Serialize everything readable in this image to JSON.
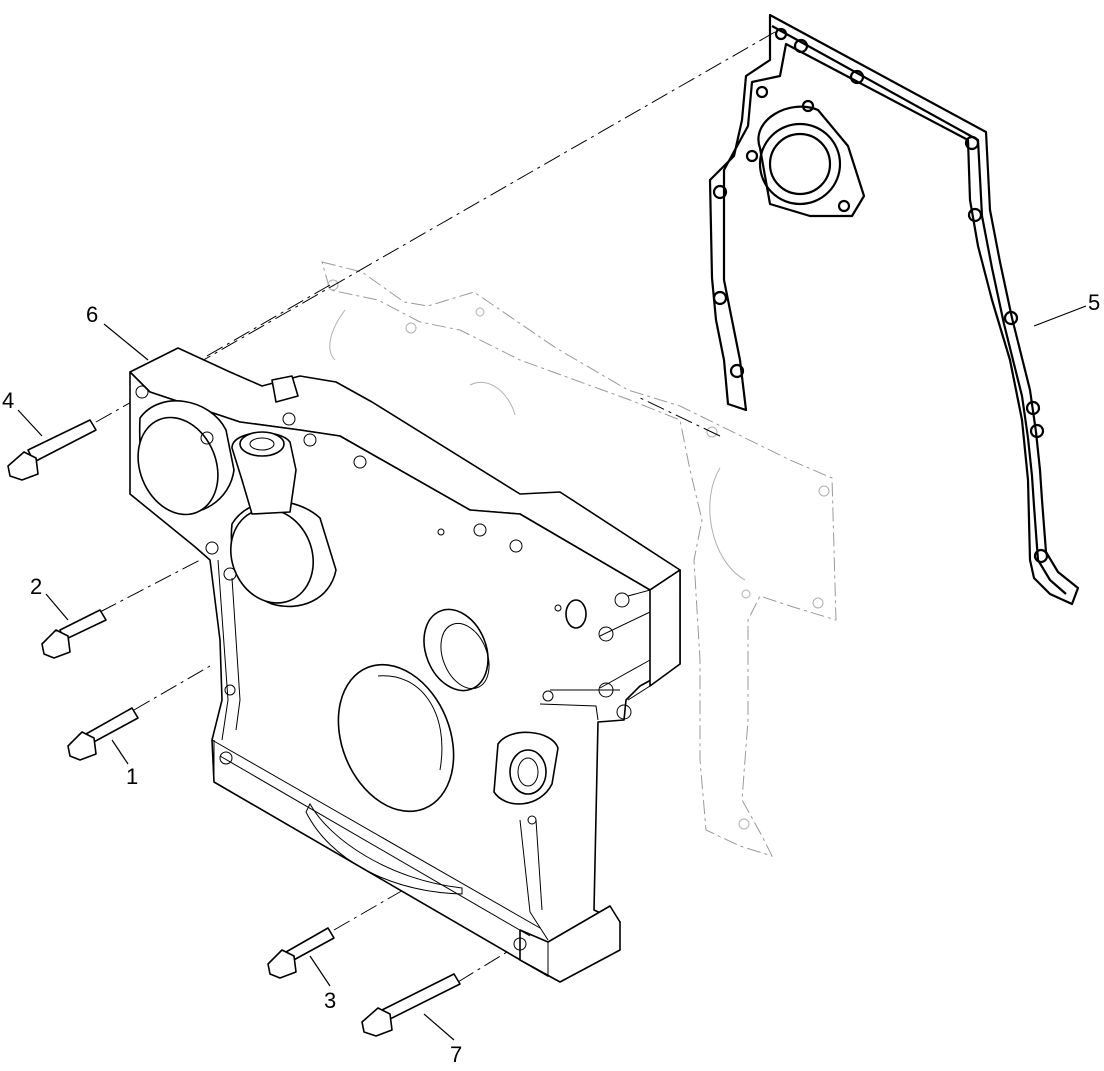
{
  "diagram": {
    "callouts": [
      {
        "id": "1",
        "label": "1"
      },
      {
        "id": "2",
        "label": "2"
      },
      {
        "id": "3",
        "label": "3"
      },
      {
        "id": "4",
        "label": "4"
      },
      {
        "id": "5",
        "label": "5"
      },
      {
        "id": "6",
        "label": "6"
      },
      {
        "id": "7",
        "label": "7"
      }
    ],
    "colors": {
      "line": "#000000",
      "ghost": "#9a9a9a",
      "background": "#ffffff"
    }
  }
}
